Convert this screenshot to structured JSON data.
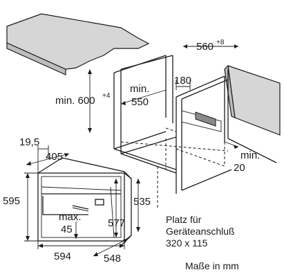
{
  "labels": {
    "width_top": "560",
    "width_top_tol": "+8",
    "height_niche": "min. 600",
    "height_niche_tol": "+4",
    "depth_niche_1": "min.",
    "depth_niche_2": "550",
    "cutout_width": "180",
    "side_gap_1": "min.",
    "side_gap_2": "20",
    "offset": "19,5",
    "front_depth": "405",
    "total_height": "595",
    "body_height": "535",
    "front_height": "577",
    "max_1": "max.",
    "max_2": "45",
    "total_width": "594",
    "body_depth": "548",
    "note_1": "Platz für",
    "note_2": "Geräteanschluß",
    "note_3": "320 x 115",
    "units": "Maße in mm"
  }
}
